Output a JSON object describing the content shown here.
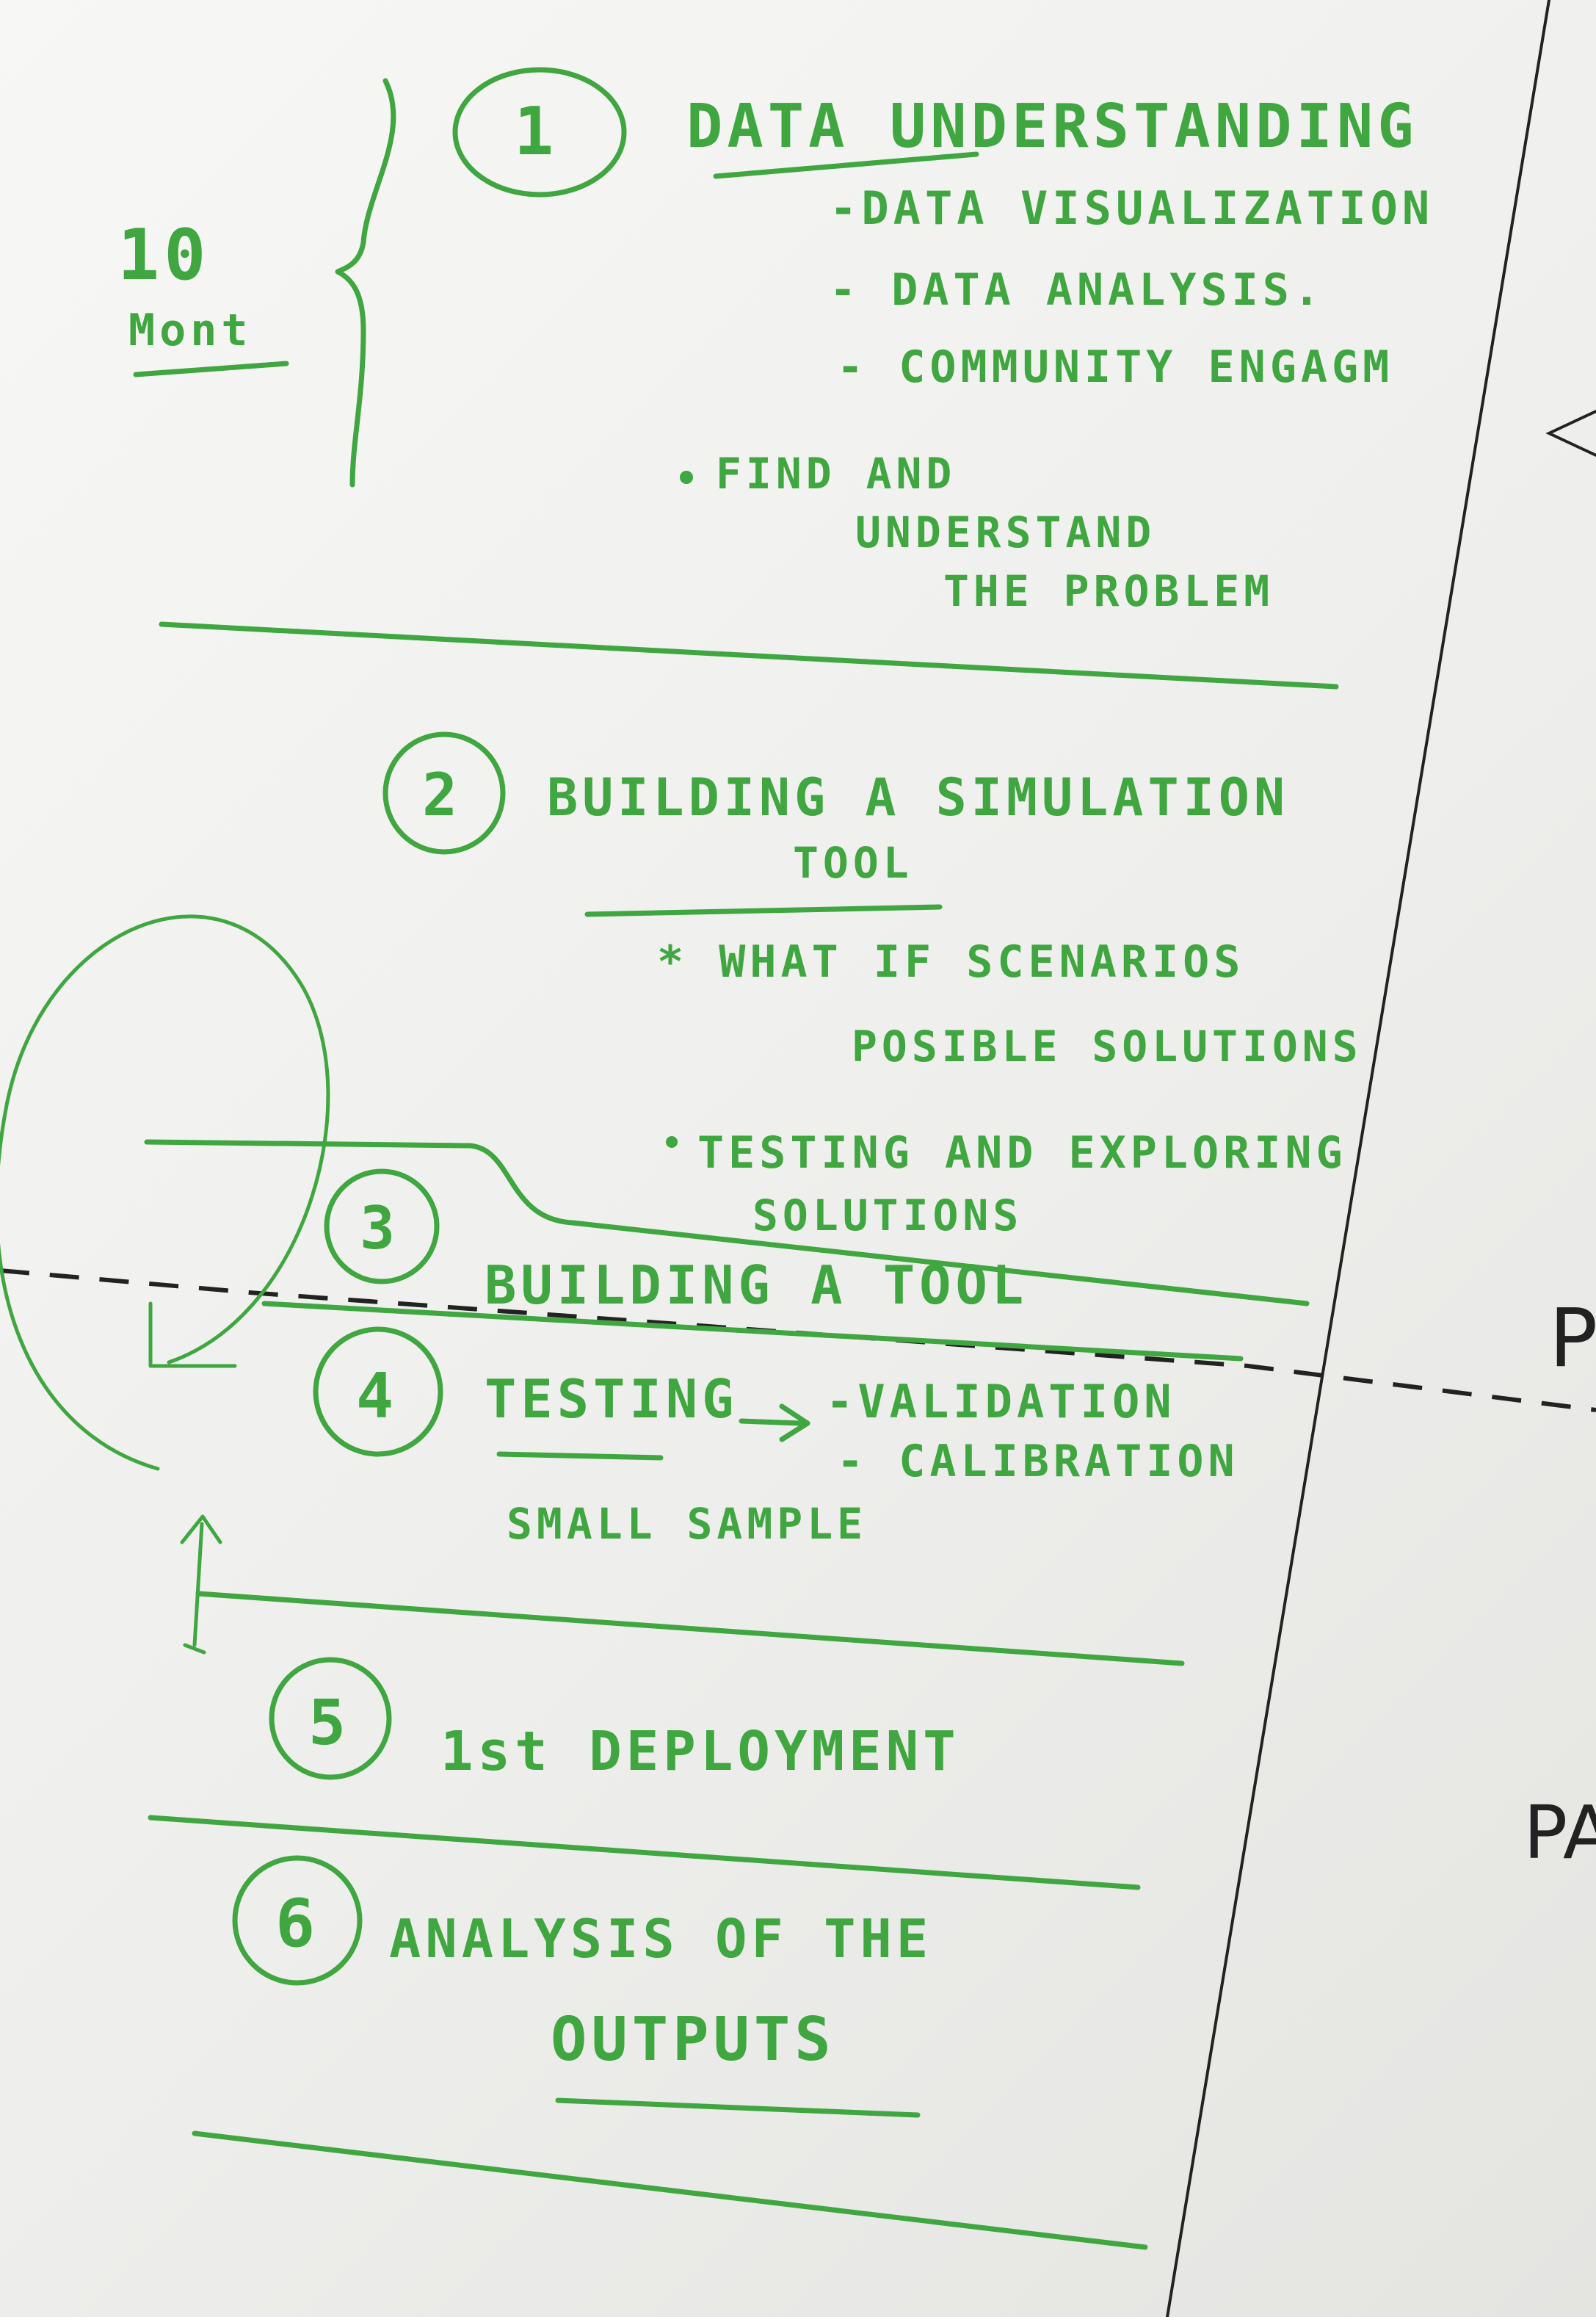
{
  "whiteboard": {
    "timeframe": {
      "number": "10",
      "unit": "Mont"
    },
    "steps": [
      {
        "number": "1",
        "title": "DATA UNDERSTANDING",
        "items": [
          "-DATA VISUALIZATION",
          "- DATA ANALYSIS.",
          "- COMMUNITY ENGAGM"
        ],
        "notes": [
          "FIND AND",
          "UNDERSTAND",
          "THE PROBLEM"
        ]
      },
      {
        "number": "2",
        "title": "BUILDING A SIMULATION",
        "title_cont": "TOOL",
        "notes": [
          "* WHAT IF SCENARIOS",
          "POSIBLE SOLUTIONS",
          "TESTING AND EXPLORING",
          "SOLUTIONS"
        ]
      },
      {
        "number": "3",
        "title": "BUILDING A TOOL"
      },
      {
        "number": "4",
        "title": "TESTING",
        "items": [
          "-VALIDATION",
          "- CALIBRATION"
        ],
        "note": "SMALL SAMPLE"
      },
      {
        "number": "5",
        "title": "1st DEPLOYMENT"
      },
      {
        "number": "6",
        "title": "ANALYSIS OF THE",
        "title_cont": "OUTPUTS"
      }
    ],
    "right_panel": {
      "label_a": "P",
      "label_b": "PA"
    },
    "ink_color": "#3fa640"
  }
}
